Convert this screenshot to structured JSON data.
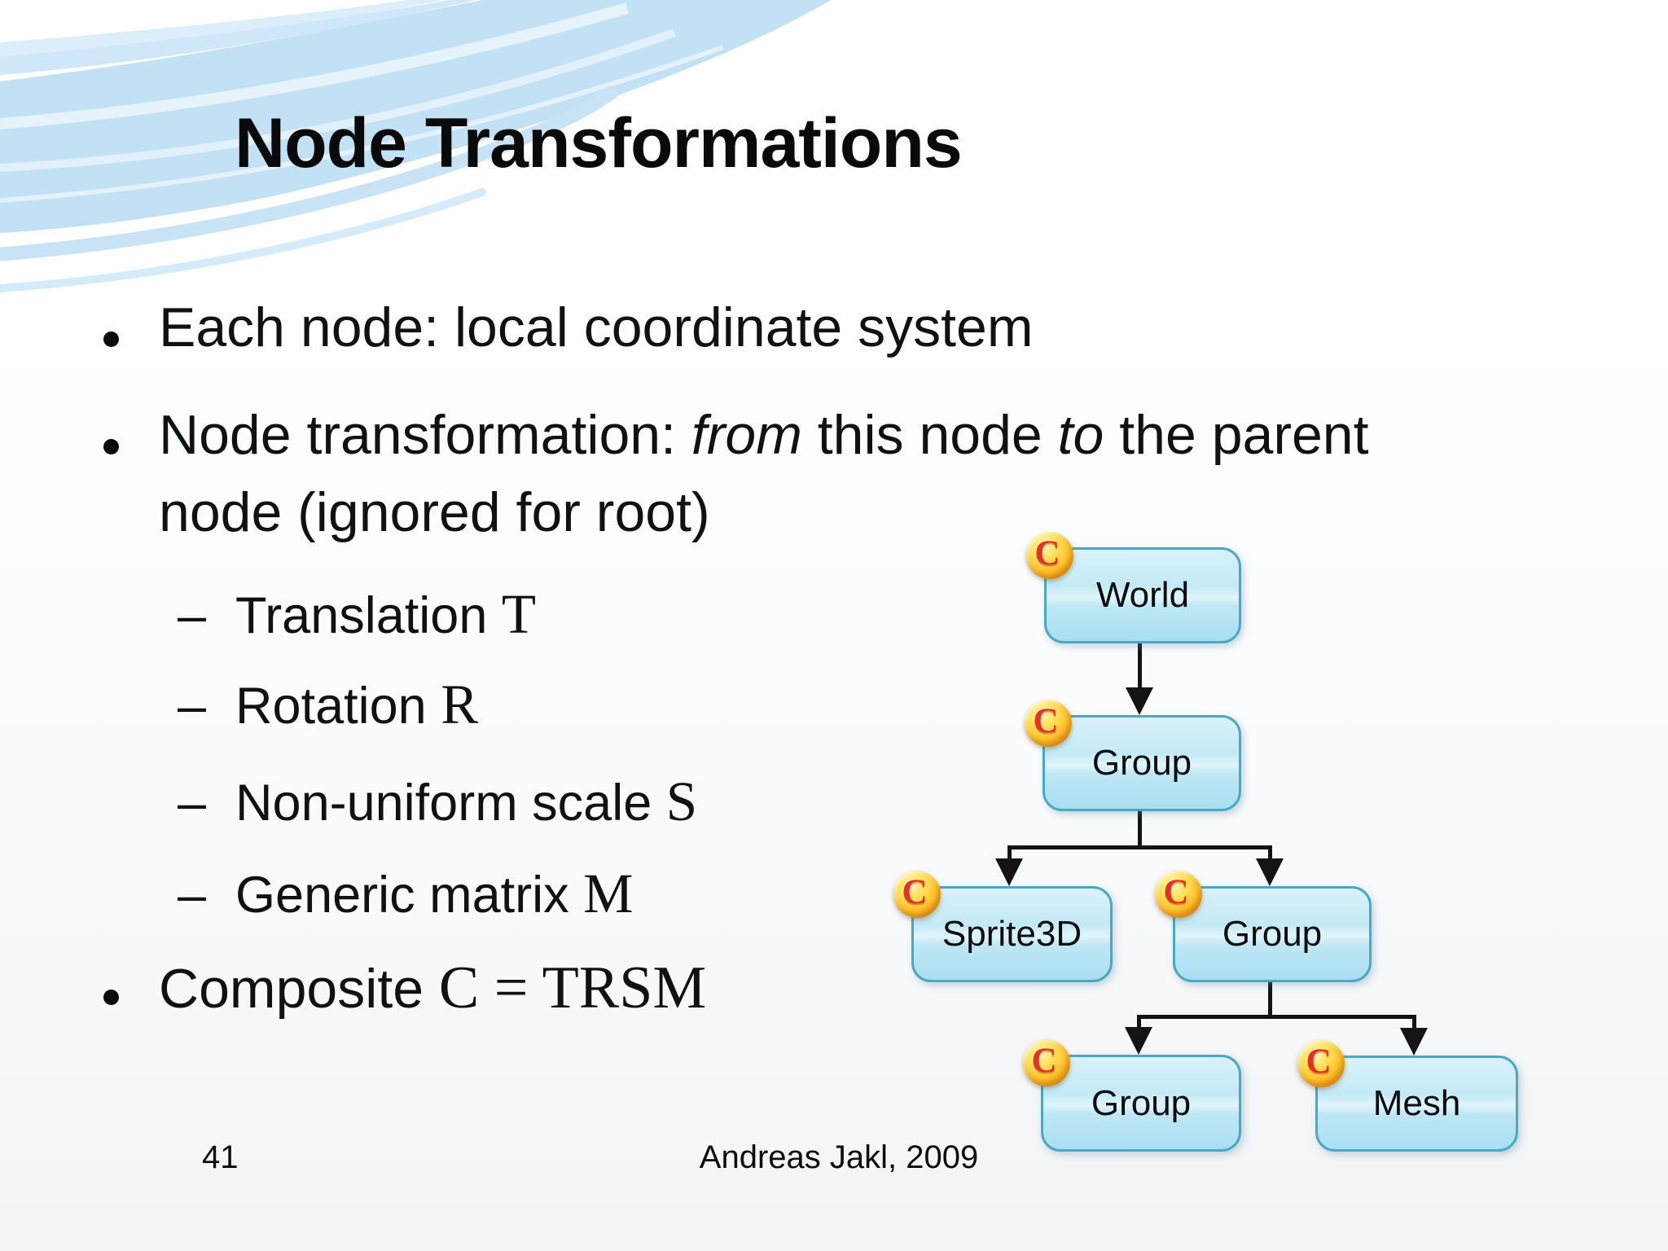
{
  "slide": {
    "title": "Node Transformations"
  },
  "content": {
    "bullet1": "Each node: local coordinate system",
    "bullet2": {
      "p1": "Node transformation: ",
      "em1": "from",
      "p2": " this node ",
      "em2": "to",
      "p3": " the parent",
      "line2": "node (ignored for root)"
    },
    "sub_dash": "–",
    "sub1": {
      "text": "Translation ",
      "sym": "T"
    },
    "sub2": {
      "text": "Rotation ",
      "sym": "R"
    },
    "sub3": {
      "text": "Non-uniform scale ",
      "sym": "S"
    },
    "sub4": {
      "text": "Generic matrix ",
      "sym": "M"
    },
    "bullet3": {
      "text": "Composite ",
      "sym": "C = TRSM"
    }
  },
  "diagram": {
    "badge_letter": "C",
    "nodes": [
      {
        "label": "World"
      },
      {
        "label": "Group"
      },
      {
        "label": "Sprite3D"
      },
      {
        "label": "Group"
      },
      {
        "label": "Group"
      },
      {
        "label": "Mesh"
      }
    ]
  },
  "footer": {
    "page_number": "41",
    "credit": "Andreas Jakl, 2009"
  },
  "colors": {
    "swoosh_blue": "#c3e1f4",
    "box_border": "#49a8c2",
    "box_fill_top": "#d9f2fa",
    "box_fill_bottom": "#a8dff1",
    "badge_gold": "#ffc52f",
    "badge_letter_red": "#e3302b",
    "arrow_black": "#141414",
    "text_black": "#0a0a0a"
  }
}
